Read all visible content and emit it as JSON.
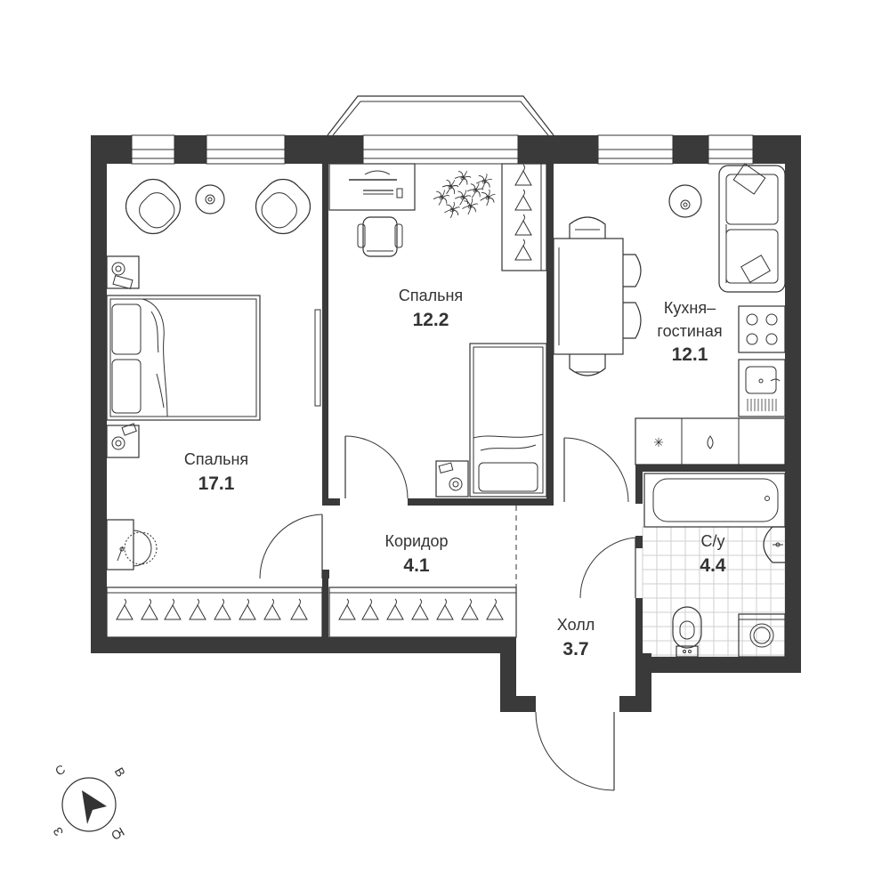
{
  "rooms": [
    {
      "id": "bedroom-1",
      "name": "Спальня",
      "area": "17.1"
    },
    {
      "id": "bedroom-2",
      "name": "Спальня",
      "area": "12.2"
    },
    {
      "id": "kitchen",
      "name_line1": "Кухня–",
      "name_line2": "гостиная",
      "area": "12.1"
    },
    {
      "id": "corridor",
      "name": "Коридор",
      "area": "4.1"
    },
    {
      "id": "bathroom",
      "name": "С/у",
      "area": "4.4"
    },
    {
      "id": "hall",
      "name": "Холл",
      "area": "3.7"
    }
  ],
  "compass": {
    "north": "С",
    "east": "В",
    "south": "Ю",
    "west": "З"
  },
  "icons": [
    "armchair-icon",
    "floor-lamp-icon",
    "bed-icon",
    "nightstand-icon",
    "desk-icon",
    "chair-icon",
    "plant-icon",
    "hanger-icon",
    "dining-table-icon",
    "sofa-icon",
    "stove-icon",
    "sink-icon",
    "fridge-icon",
    "bathtub-icon",
    "toilet-icon",
    "washing-machine-icon",
    "door-icon",
    "compass-arrow-icon"
  ],
  "colors": {
    "wall": "#3a3a3a",
    "line": "#333333",
    "tile": "#cfcfcf"
  }
}
